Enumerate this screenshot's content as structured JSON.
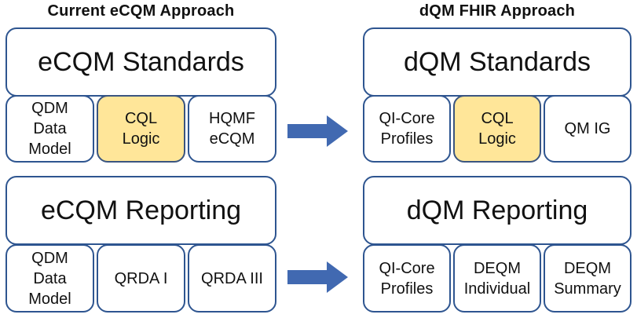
{
  "columns": [
    {
      "title": "Current eCQM Approach",
      "sections": [
        {
          "header": "eCQM Standards",
          "cells": [
            {
              "label": "QDM\nData\nModel",
              "highlight": false
            },
            {
              "label": "CQL\nLogic",
              "highlight": true
            },
            {
              "label": "HQMF\neCQM",
              "highlight": false
            }
          ]
        },
        {
          "header": "eCQM Reporting",
          "cells": [
            {
              "label": "QDM\nData\nModel",
              "highlight": false
            },
            {
              "label": "QRDA I",
              "highlight": false
            },
            {
              "label": "QRDA III",
              "highlight": false
            }
          ]
        }
      ]
    },
    {
      "title": "dQM FHIR Approach",
      "sections": [
        {
          "header": "dQM Standards",
          "cells": [
            {
              "label": "QI-Core\nProfiles",
              "highlight": false
            },
            {
              "label": "CQL\nLogic",
              "highlight": true
            },
            {
              "label": "QM IG",
              "highlight": false
            }
          ]
        },
        {
          "header": "dQM Reporting",
          "cells": [
            {
              "label": "QI-Core\nProfiles",
              "highlight": false
            },
            {
              "label": "DEQM\nIndividual",
              "highlight": false
            },
            {
              "label": "DEQM\nSummary",
              "highlight": false
            }
          ]
        }
      ]
    }
  ],
  "colors": {
    "box_border": "#2E5590",
    "highlight_fill": "#FFE699",
    "highlight_border": "#3A5580",
    "arrow_fill": "#4169B1",
    "text": "#111111"
  }
}
